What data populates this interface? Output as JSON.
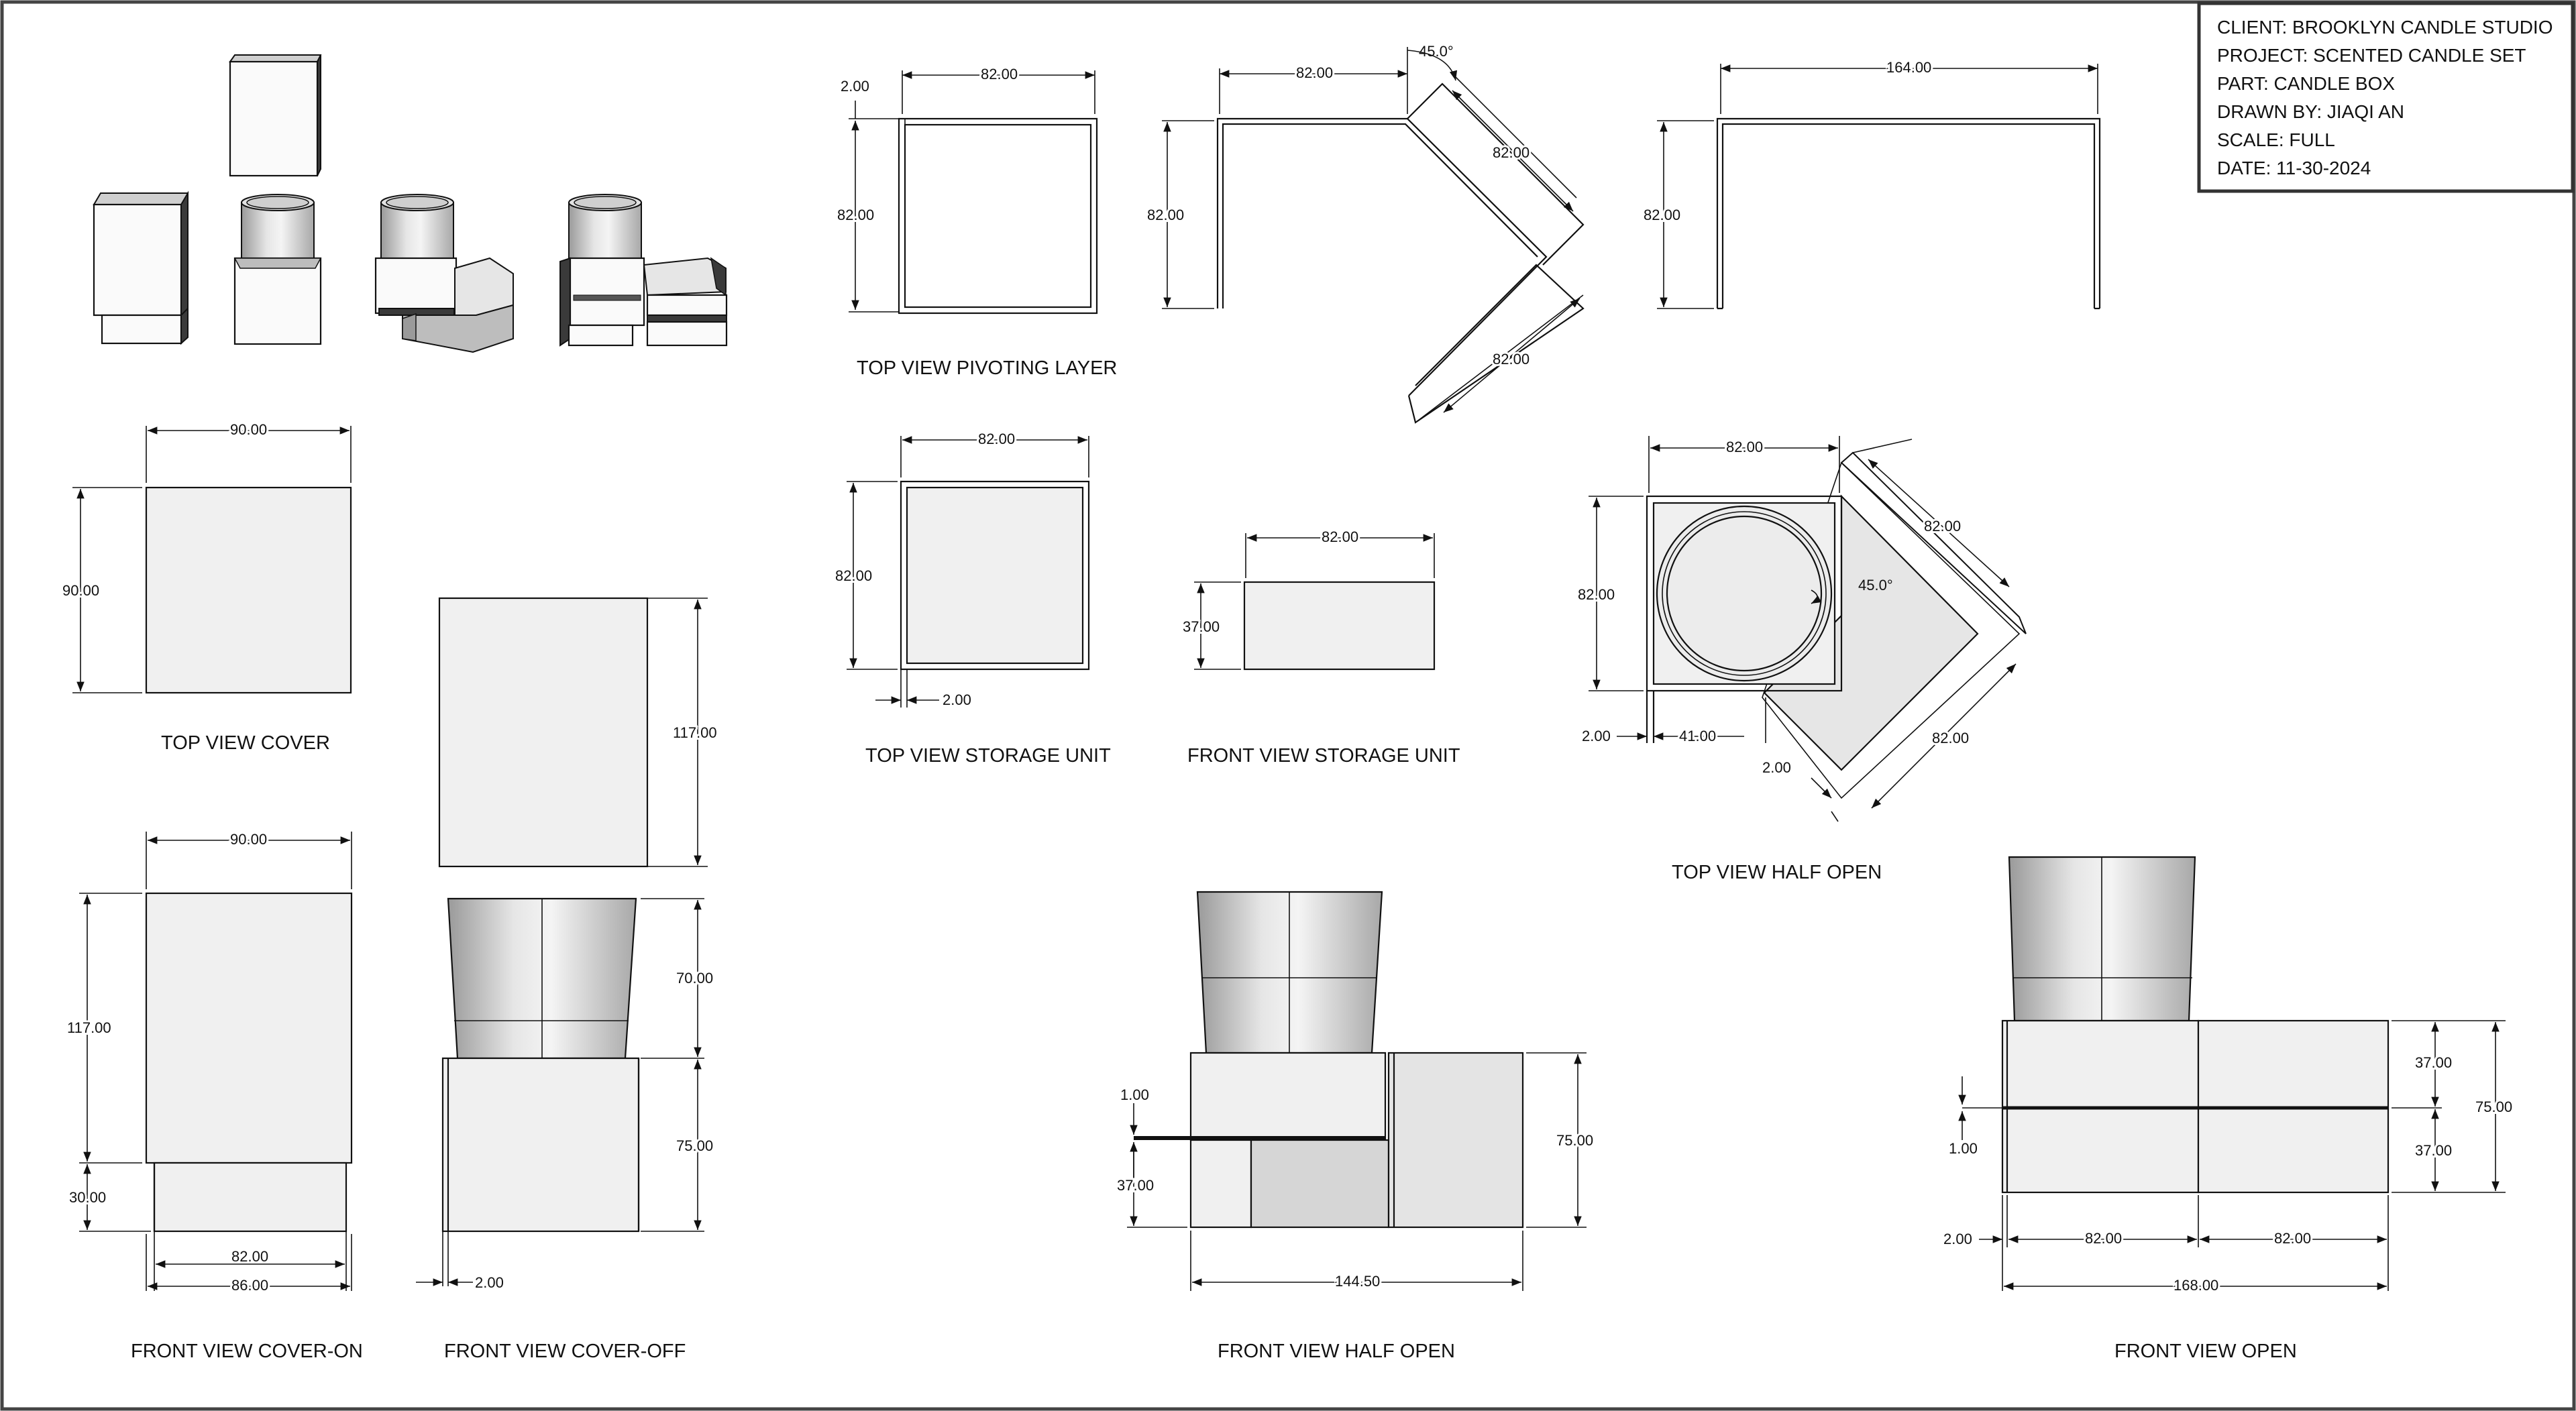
{
  "title_block": {
    "client": "CLIENT: BROOKLYN CANDLE STUDIO",
    "project": "PROJECT: SCENTED CANDLE SET",
    "part": "PART: CANDLE BOX",
    "drawn_by": "DRAWN BY: JIAQI AN",
    "scale": "SCALE: FULL",
    "date": "DATE: 11-30-2024"
  },
  "captions": {
    "top_view_pivoting_layer": "TOP VIEW PIVOTING LAYER",
    "top_view_cover": "TOP VIEW COVER",
    "top_view_storage_unit": "TOP VIEW STORAGE UNIT",
    "front_view_storage_unit": "FRONT VIEW STORAGE UNIT",
    "top_view_half_open": "TOP VIEW HALF OPEN",
    "front_view_cover_on": "FRONT VIEW COVER-ON",
    "front_view_cover_off": "FRONT VIEW COVER-OFF",
    "front_view_half_open": "FRONT VIEW HALF OPEN",
    "front_view_open": "FRONT VIEW OPEN"
  },
  "dims": {
    "pivot_sq_w": "82.00",
    "pivot_sq_h": "82.00",
    "pivot_sq_t": "2.00",
    "pivot_rot_w": "82.00",
    "pivot_rot_h": "82.00",
    "pivot_rot_angle": "45.0°",
    "pivot_rot_d1": "82.00",
    "pivot_rot_d2": "82.00",
    "pivot_open_w": "164.00",
    "pivot_open_h": "82.00",
    "cover_top_w": "90.00",
    "cover_top_h": "90.00",
    "cover_side_h": "117.00",
    "storage_top_w": "82.00",
    "storage_top_h": "82.00",
    "storage_top_t": "2.00",
    "storage_front_w": "82.00",
    "storage_front_h": "37.00",
    "half_top_w": "82.00",
    "half_top_h": "82.00",
    "half_top_angle": "45.0°",
    "half_top_d1": "82.00",
    "half_top_d2": "82.00",
    "half_top_t1": "2.00",
    "half_top_41": "41.00",
    "half_top_t2": "2.00",
    "con_w": "90.00",
    "con_h": "117.00",
    "con_base": "30.00",
    "con_inner": "82.00",
    "con_outer": "86.00",
    "coff_candle": "70.00",
    "coff_box": "75.00",
    "coff_t": "2.00",
    "ho_t": "1.00",
    "ho_layer": "37.00",
    "ho_h": "75.00",
    "ho_w": "144.50",
    "op_t1": "37.00",
    "op_t2": "37.00",
    "op_h": "75.00",
    "op_t": "1.00",
    "op_side": "2.00",
    "op_w1": "82.00",
    "op_w2": "82.00",
    "op_w": "168.00"
  }
}
